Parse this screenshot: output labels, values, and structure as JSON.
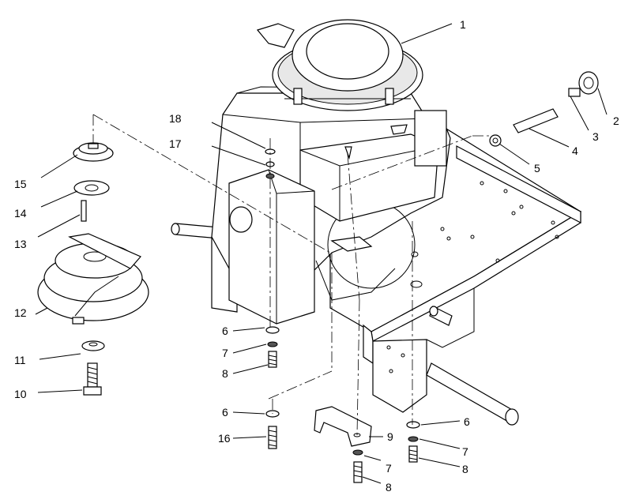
{
  "diagram": {
    "callouts": {
      "c1": "1",
      "c2": "2",
      "c3": "3",
      "c4": "4",
      "c5": "5",
      "c6a": "6",
      "c6b": "6",
      "c6c": "6",
      "c7a": "7",
      "c7b": "7",
      "c7c": "7",
      "c8a": "8",
      "c8b": "8",
      "c8c": "8",
      "c9": "9",
      "c10": "10",
      "c11": "11",
      "c12": "12",
      "c13": "13",
      "c14": "14",
      "c15": "15",
      "c16": "16",
      "c17": "17",
      "c18": "18"
    }
  }
}
